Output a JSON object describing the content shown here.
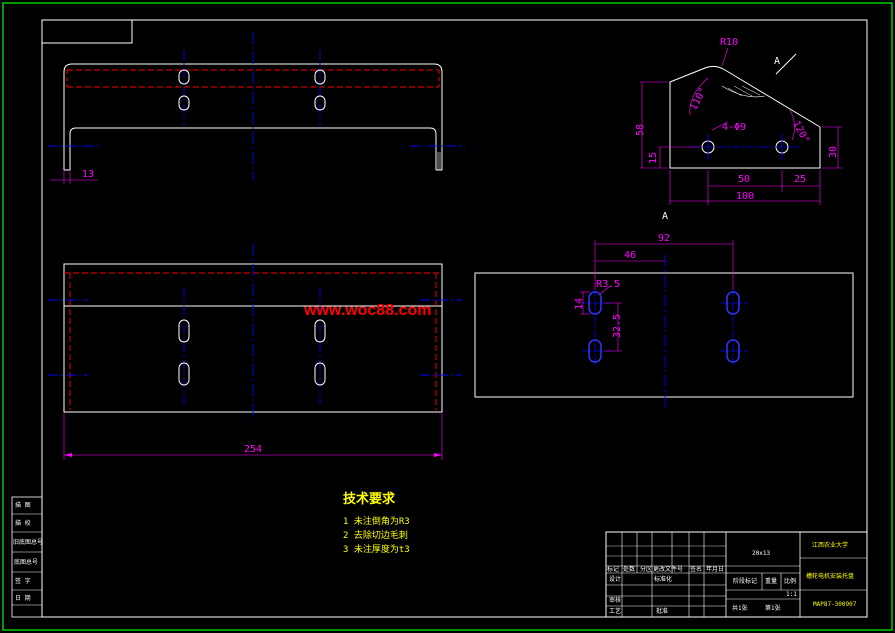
{
  "watermark": "www.woc88.com",
  "colors": {
    "background": "#000000",
    "frame": "#ffffff",
    "border": "#00ff00",
    "outline": "#ffffff",
    "hidden": "#ff0000",
    "center": "#0000ff",
    "dimension": "#ff00ff",
    "text": "#ffff00",
    "slot": "#3333ff"
  },
  "dimensions": {
    "front_view": [
      "13"
    ],
    "plan_view": [
      "254"
    ],
    "side_view": [
      "R10",
      "4-Φ9",
      "58",
      "15",
      "30",
      "50",
      "25",
      "100",
      "110°",
      "120°"
    ],
    "detail_view": [
      "92",
      "46",
      "R3.5",
      "14",
      "32.5"
    ]
  },
  "markers": {
    "arrow_label": "A",
    "view_label": "A"
  },
  "notes": {
    "title": "技术要求",
    "items": [
      "1  未注倒角为R3",
      "2  去除切边毛刺",
      "3  未注厚度为t3"
    ]
  },
  "side_labels": [
    "描 图",
    "描 校",
    "旧底图总号",
    "底图总号",
    "签 字",
    "日 期"
  ],
  "title_block": {
    "scale_label": "20x13",
    "school": "江西农业大学",
    "part_name": "槽轮电机安装托盘",
    "drawing_no": "MAP87-300907",
    "ratio": "1:1",
    "header_cells": [
      "标记",
      "处数",
      "分区",
      "更改文件号",
      "签名",
      "年月日"
    ],
    "row_labels": [
      "设计",
      "审核",
      "工艺"
    ],
    "row_values": [
      "标准化",
      "批准"
    ],
    "stage_cells": [
      "阶段标记",
      "重量",
      "比例"
    ],
    "sheet_info": [
      "共1张",
      "第1张"
    ]
  }
}
